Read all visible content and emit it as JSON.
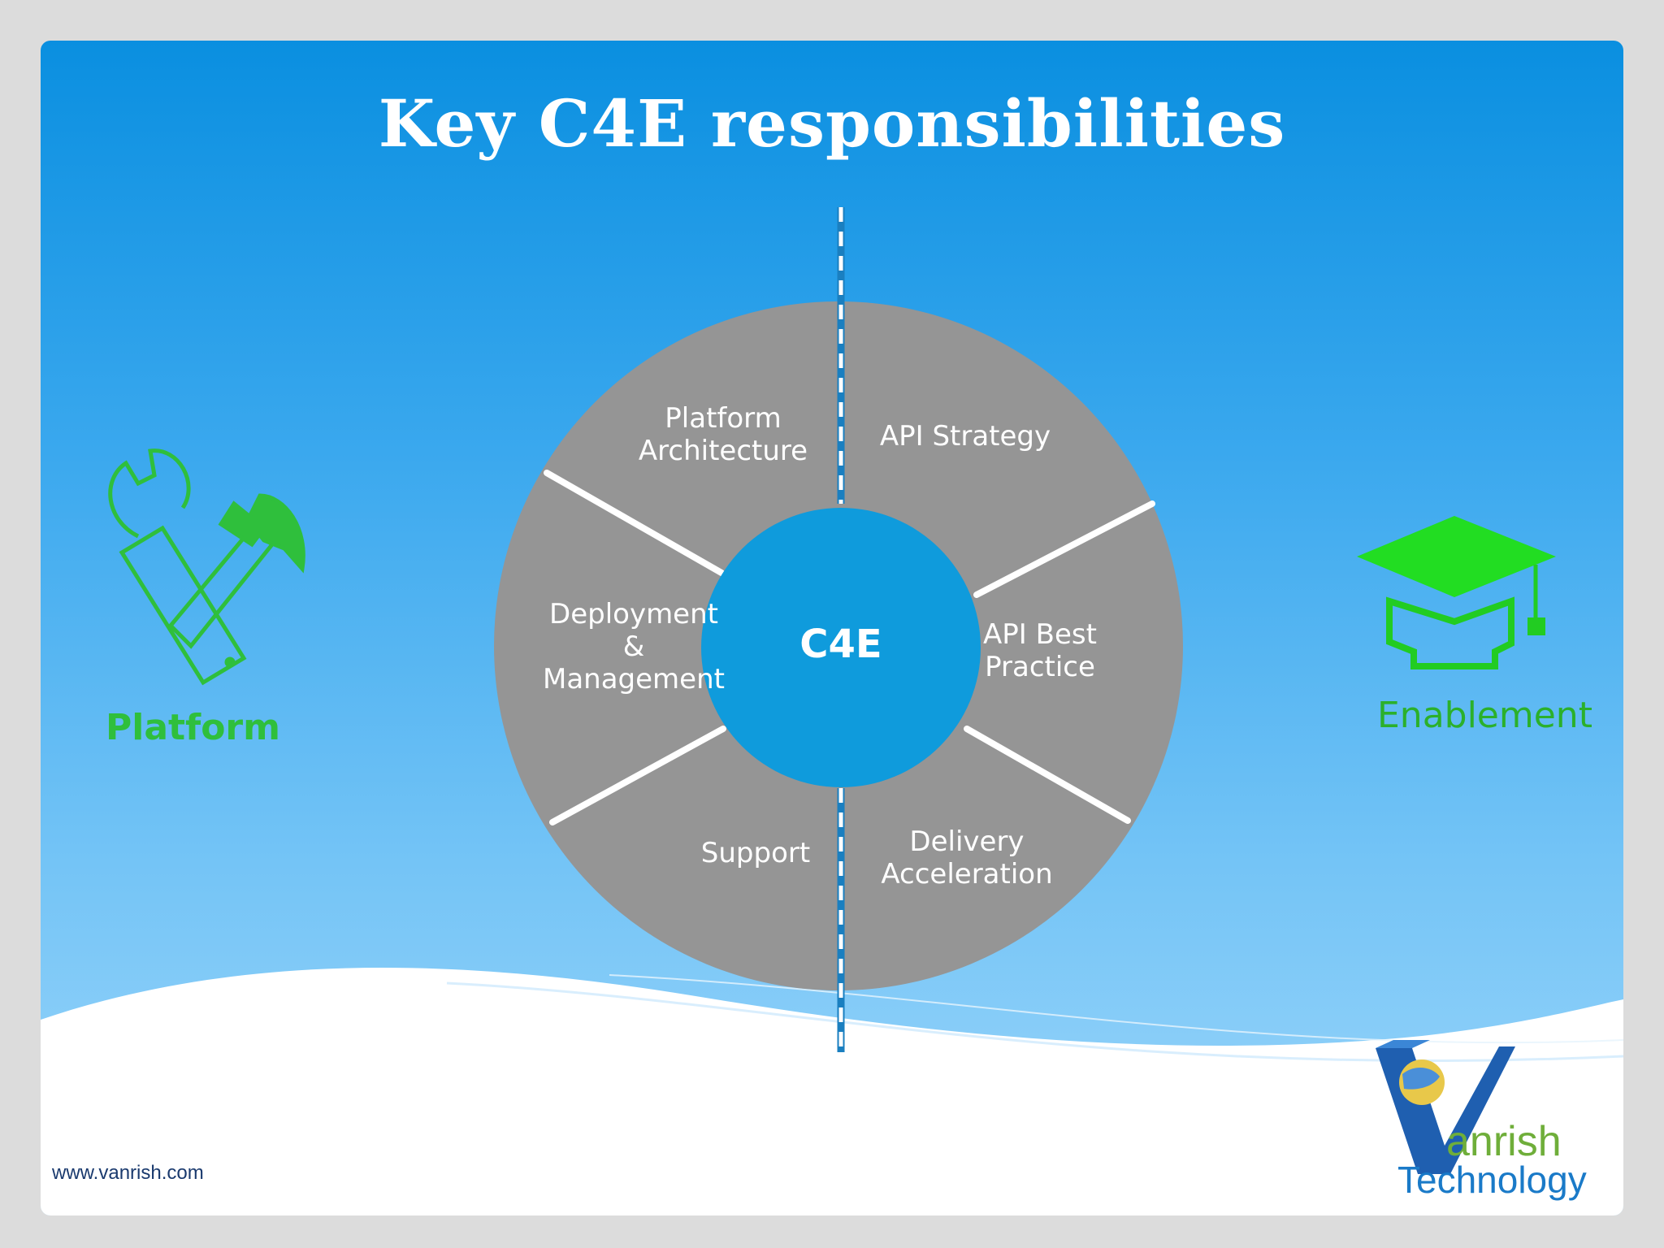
{
  "title": "Key C4E responsibilities",
  "center": "C4E",
  "segments": {
    "platform_architecture": "Platform\nArchitecture",
    "api_strategy": "API Strategy",
    "deployment_management": "Deployment\n&\nManagement",
    "api_best_practice": "API Best\nPractice",
    "support": "Support",
    "delivery_acceleration": "Delivery\nAcceleration"
  },
  "left_group": {
    "label": "Platform",
    "icon": "wrench-hammer-icon",
    "color": "#2fbf3c"
  },
  "right_group": {
    "label": "Enablement",
    "icon": "graduation-cap-icon",
    "color": "#22cc22"
  },
  "footer": {
    "url": "www.vanrish.com"
  },
  "logo": {
    "word1": "anrish",
    "word2": "Technology"
  },
  "colors": {
    "wheel": "#959595",
    "hub": "#0f9bdc",
    "divider": "#1a7fc0"
  }
}
